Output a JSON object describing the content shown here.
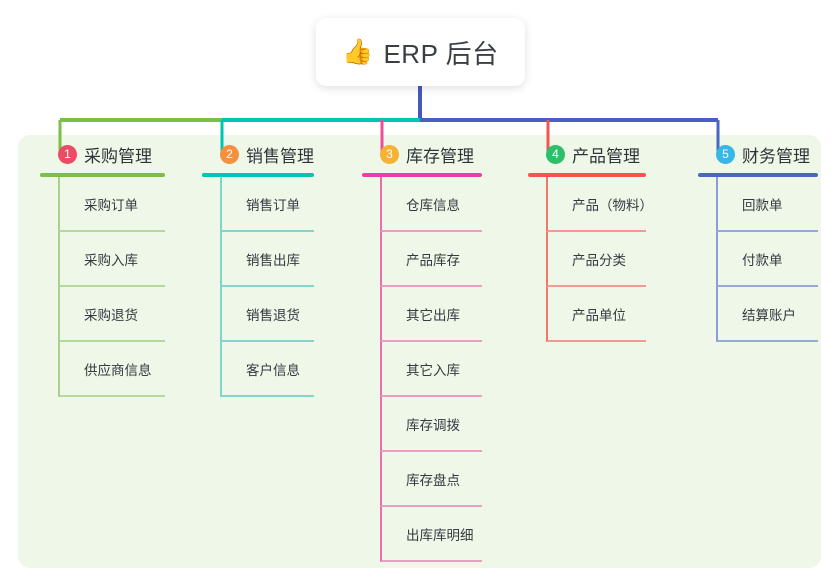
{
  "root": {
    "emoji": "👍",
    "emoji_name": "thumbs-up-icon",
    "title": "ERP 后台"
  },
  "panel": {
    "background": "#eef7e8"
  },
  "trunk": {
    "color": "#4458c4",
    "bus_segments": [
      {
        "name": "bus-green",
        "color": "#7cbf47"
      },
      {
        "name": "bus-teal",
        "color": "#00c4b4"
      },
      {
        "name": "bus-blue",
        "color": "#4a5fc4"
      }
    ]
  },
  "columns": [
    {
      "number": "1",
      "title": "采购管理",
      "badge_color": "#ec4b66",
      "rule_color": "#7cbf47",
      "spine_color": "#a9d18a",
      "underline_color": "#b5d89c",
      "drop_color": "#7cbf47",
      "items": [
        "采购订单",
        "采购入库",
        "采购退货",
        "供应商信息"
      ]
    },
    {
      "number": "2",
      "title": "销售管理",
      "badge_color": "#f5913e",
      "rule_color": "#00c4b4",
      "spine_color": "#7fd5cd",
      "underline_color": "#85d4cd",
      "drop_color": "#00c4b4",
      "items": [
        "销售订单",
        "销售出库",
        "销售退货",
        "客户信息"
      ]
    },
    {
      "number": "3",
      "title": "库存管理",
      "badge_color": "#f6b333",
      "rule_color": "#e83fa8",
      "spine_color": "#e86fae",
      "underline_color": "#eb9ec4",
      "drop_color": "#ec4f9a",
      "items": [
        "仓库信息",
        "产品库存",
        "其它出库",
        "其它入库",
        "库存调拨",
        "库存盘点",
        "出库库明细"
      ]
    },
    {
      "number": "4",
      "title": "产品管理",
      "badge_color": "#2fbf6a",
      "rule_color": "#f4564e",
      "spine_color": "#f4756c",
      "underline_color": "#f49a93",
      "drop_color": "#f4564e",
      "items": [
        "产品（物料）",
        "产品分类",
        "产品单位"
      ]
    },
    {
      "number": "5",
      "title": "财务管理",
      "badge_color": "#36b7e8",
      "rule_color": "#4a66c4",
      "spine_color": "#8a9ed8",
      "underline_color": "#96a8dc",
      "drop_color": "#4a66c4",
      "items": [
        "回款单",
        "付款单",
        "结算账户"
      ]
    }
  ]
}
